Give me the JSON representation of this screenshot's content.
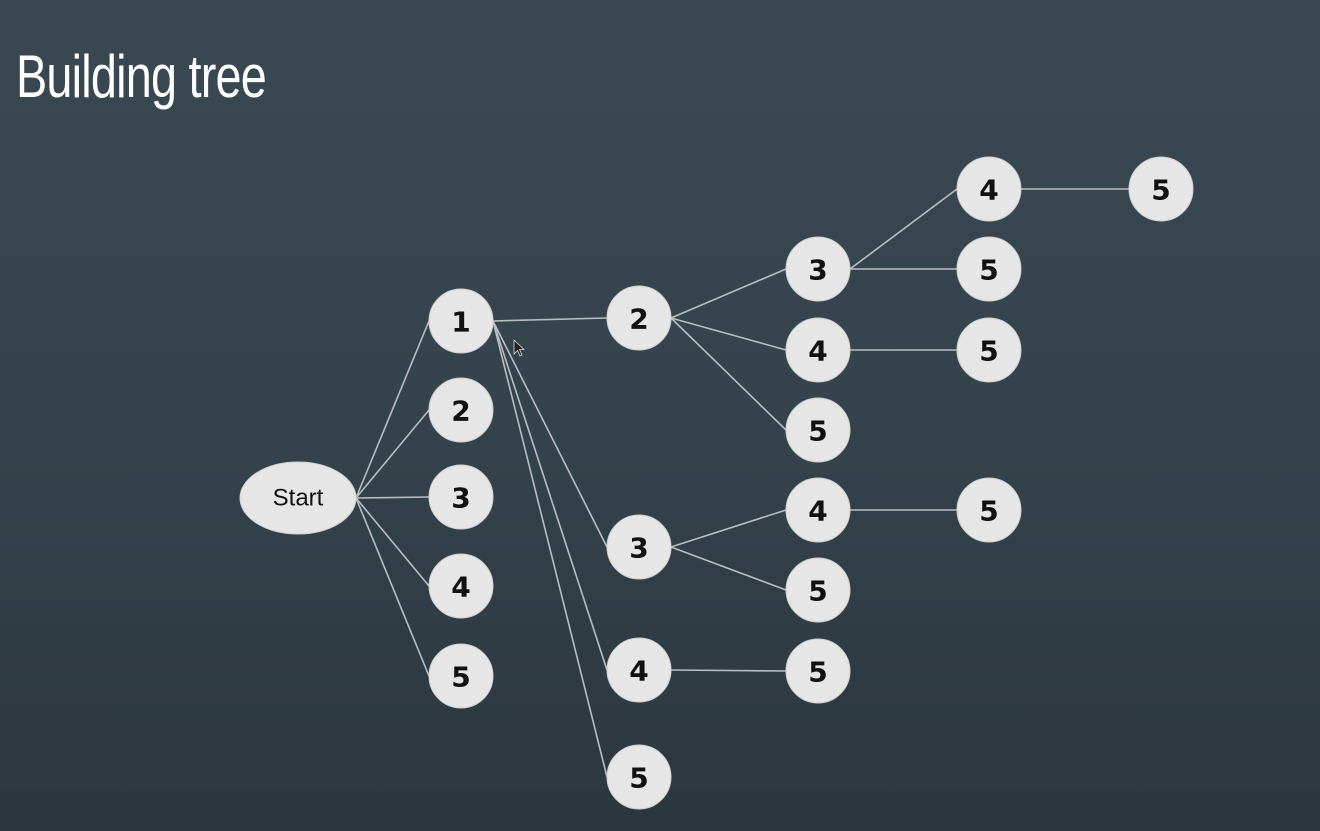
{
  "slide": {
    "title": "Building tree"
  },
  "tree": {
    "root": {
      "id": "start",
      "label": "Start"
    },
    "nodes": [
      {
        "id": "a1",
        "label": "1",
        "parent": "start"
      },
      {
        "id": "a2",
        "label": "2",
        "parent": "start"
      },
      {
        "id": "a3",
        "label": "3",
        "parent": "start"
      },
      {
        "id": "a4",
        "label": "4",
        "parent": "start"
      },
      {
        "id": "a5",
        "label": "5",
        "parent": "start"
      },
      {
        "id": "b2",
        "label": "2",
        "parent": "a1"
      },
      {
        "id": "b3",
        "label": "3",
        "parent": "a1"
      },
      {
        "id": "b4",
        "label": "4",
        "parent": "a1"
      },
      {
        "id": "b5",
        "label": "5",
        "parent": "a1"
      },
      {
        "id": "c3",
        "label": "3",
        "parent": "b2"
      },
      {
        "id": "c4",
        "label": "4",
        "parent": "b2"
      },
      {
        "id": "c5",
        "label": "5",
        "parent": "b2"
      },
      {
        "id": "c4b",
        "label": "4",
        "parent": "b3"
      },
      {
        "id": "c5b",
        "label": "5",
        "parent": "b3"
      },
      {
        "id": "c5c",
        "label": "5",
        "parent": "b4"
      },
      {
        "id": "d4",
        "label": "4",
        "parent": "c3"
      },
      {
        "id": "d5",
        "label": "5",
        "parent": "c3"
      },
      {
        "id": "d5b",
        "label": "5",
        "parent": "c4"
      },
      {
        "id": "d5c",
        "label": "5",
        "parent": "c4b"
      },
      {
        "id": "e5",
        "label": "5",
        "parent": "d4"
      }
    ]
  }
}
